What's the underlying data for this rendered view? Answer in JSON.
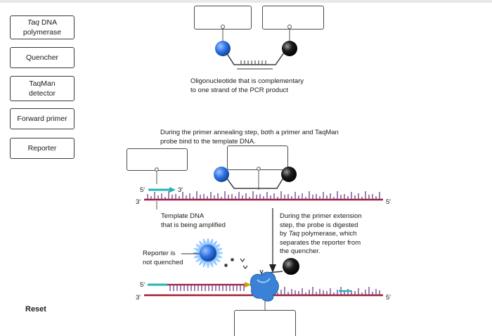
{
  "labels": {
    "taq": [
      "Taq",
      " DNA",
      "polymerase"
    ],
    "quencher": "Quencher",
    "taqman": [
      "TaqMan",
      "detector"
    ],
    "forward_primer": "Forward primer",
    "reporter": "Reporter"
  },
  "captions": {
    "oligo": [
      "Oligonucleotide that is complementary",
      "to one strand of the PCR product"
    ],
    "annealing": [
      "During the primer annealing step, both a primer and TaqMan",
      "probe bind to the template DNA."
    ],
    "template": [
      "Template DNA",
      "that is being amplified"
    ],
    "extension": [
      "During the primer extension",
      "step, the probe is digested",
      "by ",
      "Taq",
      " polymerase, which",
      "separates the reporter from",
      "the quencher."
    ],
    "reporter_status": [
      "Reporter is",
      "not quenched"
    ]
  },
  "strand_labels": {
    "five": "5′",
    "three": "3′"
  },
  "reset_label": "Reset",
  "colors": {
    "reporter_blue": "#2a6fe0",
    "quencher_black": "#111111",
    "primer_teal": "#22b3b7",
    "template_red": "#a01e32",
    "strand_purple": "#6a3b8c",
    "polymerase_blue": "#3b82d6"
  }
}
